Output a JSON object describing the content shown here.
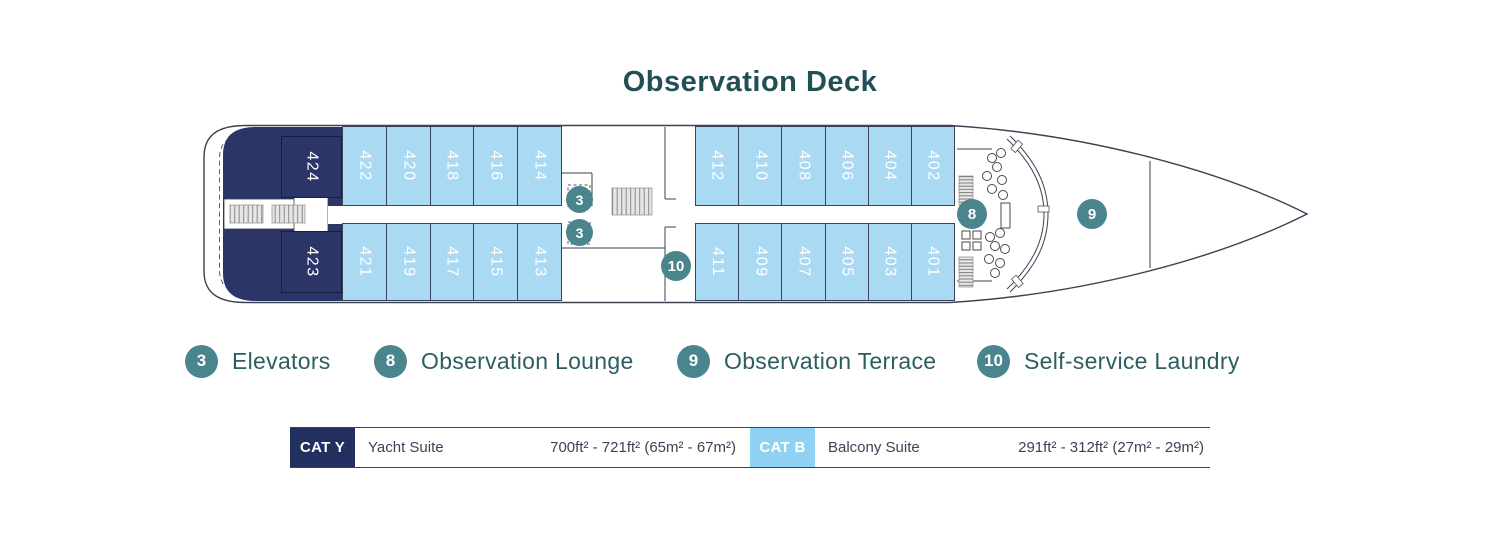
{
  "title": "Observation Deck",
  "deck": {
    "cabins_top_left": [
      "422",
      "420",
      "418",
      "416",
      "414"
    ],
    "cabins_top_right": [
      "412",
      "410",
      "408",
      "406",
      "404",
      "402"
    ],
    "cabins_bottom_left": [
      "421",
      "419",
      "417",
      "415",
      "413"
    ],
    "cabins_bottom_right": [
      "411",
      "409",
      "407",
      "405",
      "403",
      "401"
    ],
    "cabins_aft": [
      "424",
      "423"
    ],
    "markers": {
      "elevator_top": "3",
      "elevator_bottom": "3",
      "laundry": "10",
      "lounge": "8",
      "terrace": "9"
    }
  },
  "legend": {
    "items": [
      {
        "num": "3",
        "label": "Elevators"
      },
      {
        "num": "8",
        "label": "Observation Lounge"
      },
      {
        "num": "9",
        "label": "Observation Terrace"
      },
      {
        "num": "10",
        "label": "Self-service Laundry"
      }
    ]
  },
  "categories": [
    {
      "code": "CAT Y",
      "name": "Yacht Suite",
      "size": "700ft² - 721ft² (65m² - 67m²)",
      "swatch": "#232f5e"
    },
    {
      "code": "CAT B",
      "name": "Balcony Suite",
      "size": "291ft² - 312ft² (27m² - 29m²)",
      "swatch": "#8fd2f3"
    }
  ],
  "colors": {
    "badge_teal": "#4a848c",
    "cabin_blue": "#a9d9f3",
    "navy": "#2b3568",
    "title_teal": "#214f54",
    "legend_text": "#2c5e61",
    "outline": "#3a4352"
  }
}
